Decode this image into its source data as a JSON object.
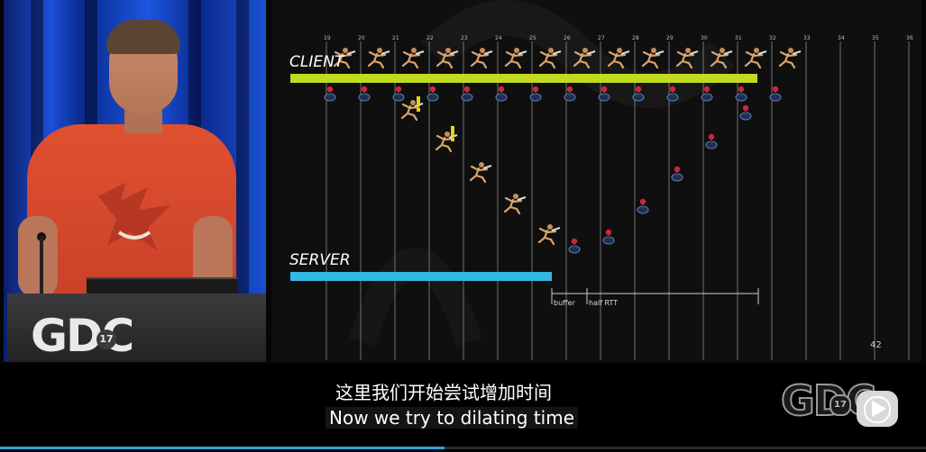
{
  "slide": {
    "client_label": "CLIENT",
    "server_label": "SERVER",
    "buffer_label": "buffer",
    "half_rtt_label": "half RTT",
    "page_number": "42",
    "tick_numbers": [
      "19",
      "20",
      "21",
      "22",
      "23",
      "24",
      "25",
      "26",
      "27",
      "28",
      "29",
      "30",
      "31",
      "32",
      "33",
      "34",
      "35",
      "36"
    ],
    "colors": {
      "client_bar": "#c0db1f",
      "server_bar": "#33b9e3",
      "background": "#0f0f10"
    }
  },
  "logo": {
    "text": "GDC",
    "badge": "17"
  },
  "subtitles": {
    "chinese": "这里我们开始尝试增加时间",
    "english": "Now we try to dilating time"
  },
  "watermark": {
    "text": "GDC",
    "badge": "17",
    "icon": "play-icon"
  },
  "player": {
    "progress_fraction": 0.48
  }
}
